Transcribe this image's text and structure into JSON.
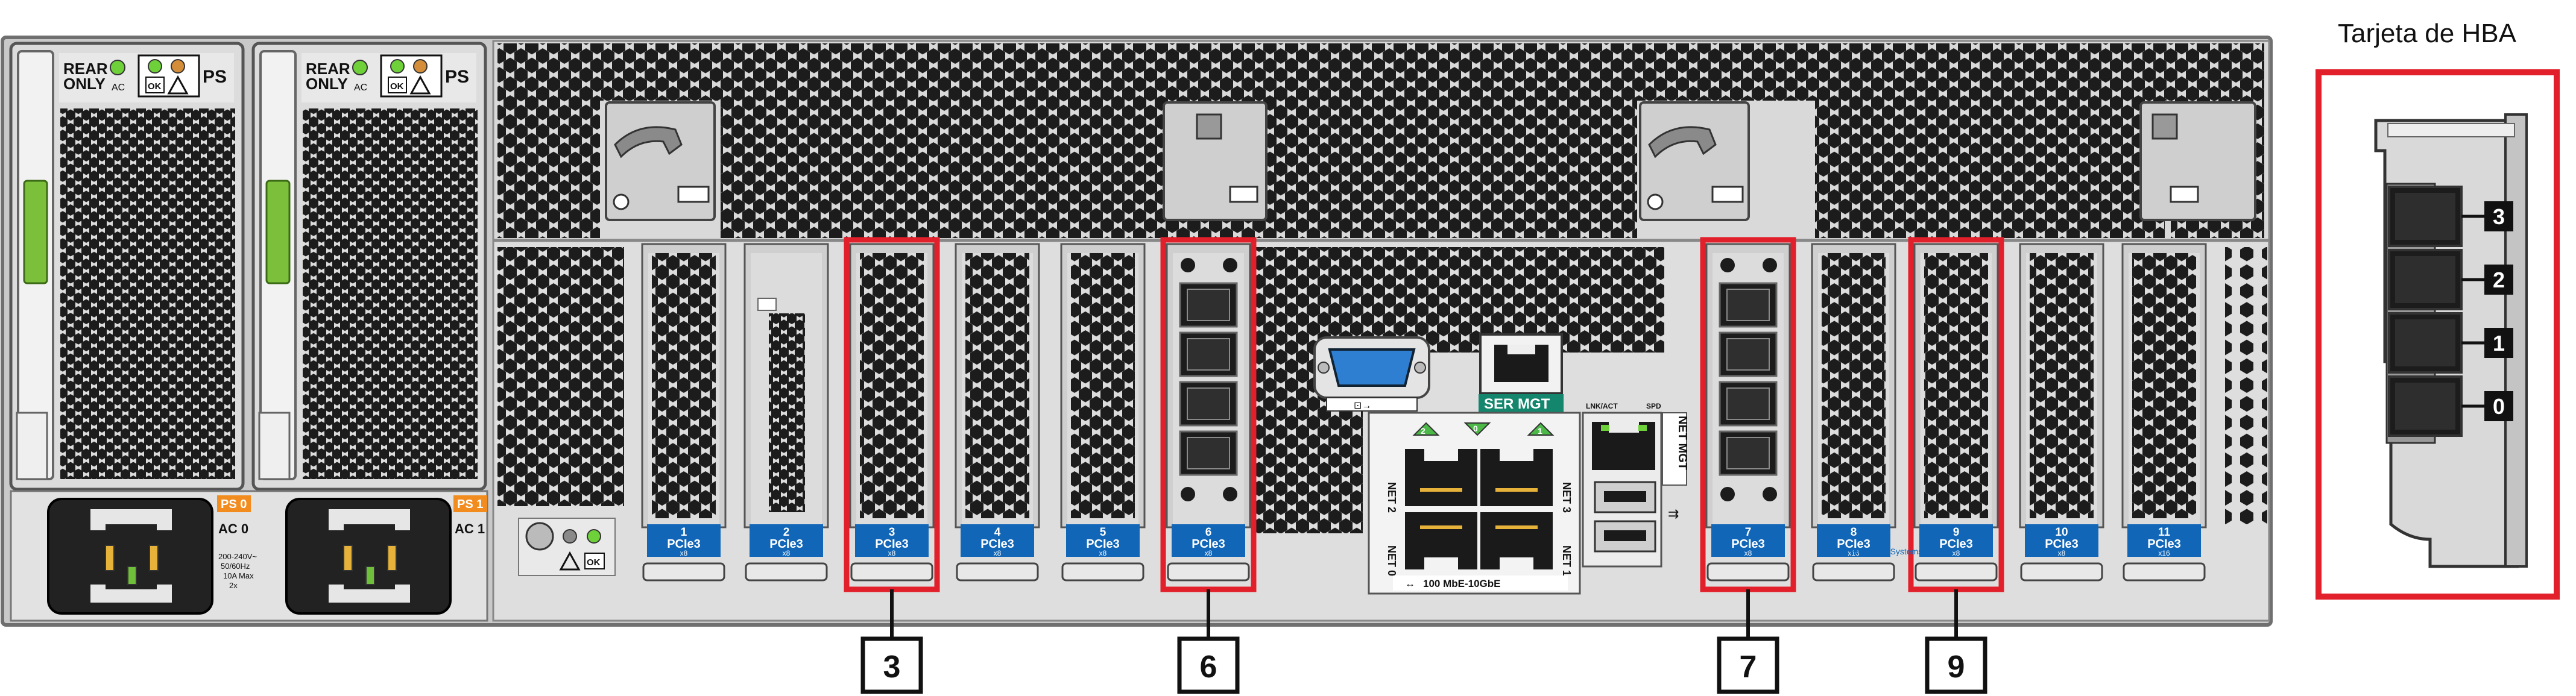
{
  "hba": {
    "title": "Tarjeta de HBA",
    "ports": [
      "3",
      "2",
      "1",
      "0"
    ]
  },
  "power_supplies": [
    {
      "rear_label_1": "REAR",
      "rear_label_2": "ONLY",
      "ps_label": "PS",
      "ac_label": "AC",
      "ok_label": "OK",
      "slot_label": "PS 0",
      "ac_id": "AC 0",
      "rating_lines": [
        "200-240V~",
        "50/60Hz",
        "10A Max",
        "2x"
      ]
    },
    {
      "rear_label_1": "REAR",
      "rear_label_2": "ONLY",
      "ps_label": "PS",
      "ac_label": "AC",
      "ok_label": "OK",
      "slot_label": "PS 1",
      "ac_id": "AC 1",
      "rating_lines": []
    }
  ],
  "slots": [
    {
      "num": "1",
      "type": "PCIe3",
      "width": "x8",
      "highlighted": false,
      "card": "mesh"
    },
    {
      "num": "2",
      "type": "PCIe3",
      "width": "x8",
      "highlighted": false,
      "card": "narrow"
    },
    {
      "num": "3",
      "type": "PCIe3",
      "width": "x8",
      "highlighted": true,
      "card": "mesh"
    },
    {
      "num": "4",
      "type": "PCIe3",
      "width": "x8",
      "highlighted": false,
      "card": "mesh"
    },
    {
      "num": "5",
      "type": "PCIe3",
      "width": "x8",
      "highlighted": false,
      "card": "mesh"
    },
    {
      "num": "6",
      "type": "PCIe3",
      "width": "x8",
      "highlighted": true,
      "card": "hba"
    },
    {
      "num": "7",
      "type": "PCIe3",
      "width": "x8",
      "highlighted": true,
      "card": "hba"
    },
    {
      "num": "8",
      "type": "PCIe3",
      "width": "x16",
      "highlighted": false,
      "card": "mesh"
    },
    {
      "num": "9",
      "type": "PCIe3",
      "width": "x8",
      "highlighted": true,
      "card": "mesh"
    },
    {
      "num": "10",
      "type": "PCIe3",
      "width": "x8",
      "highlighted": false,
      "card": "mesh"
    },
    {
      "num": "11",
      "type": "PCIe3",
      "width": "x16",
      "highlighted": false,
      "card": "mesh"
    }
  ],
  "callouts": [
    "3",
    "6",
    "7",
    "9"
  ],
  "ports": {
    "ser_mgt": "SER MGT",
    "net_mgt": "NET MGT",
    "net_labels": [
      "NET 2",
      "NET 0",
      "NET 3",
      "NET 1"
    ],
    "net_top_numbers": [
      "2",
      "0",
      "1"
    ],
    "net_footer": "100 MbE-10GbE",
    "lnk_act": "LNK/ACT",
    "spd": "SPD",
    "four_proc_note": "Four Processor Systems Only"
  },
  "status": {
    "ok_label": "OK"
  },
  "colors": {
    "highlight": "#e1202b",
    "slot_blue": "#1166b8",
    "chassis": "#d5d5d5",
    "chassis_dark": "#a9a9a9",
    "hex": "#1c1c1c",
    "ser_green": "#14866d",
    "led_green": "#6fd13a"
  }
}
